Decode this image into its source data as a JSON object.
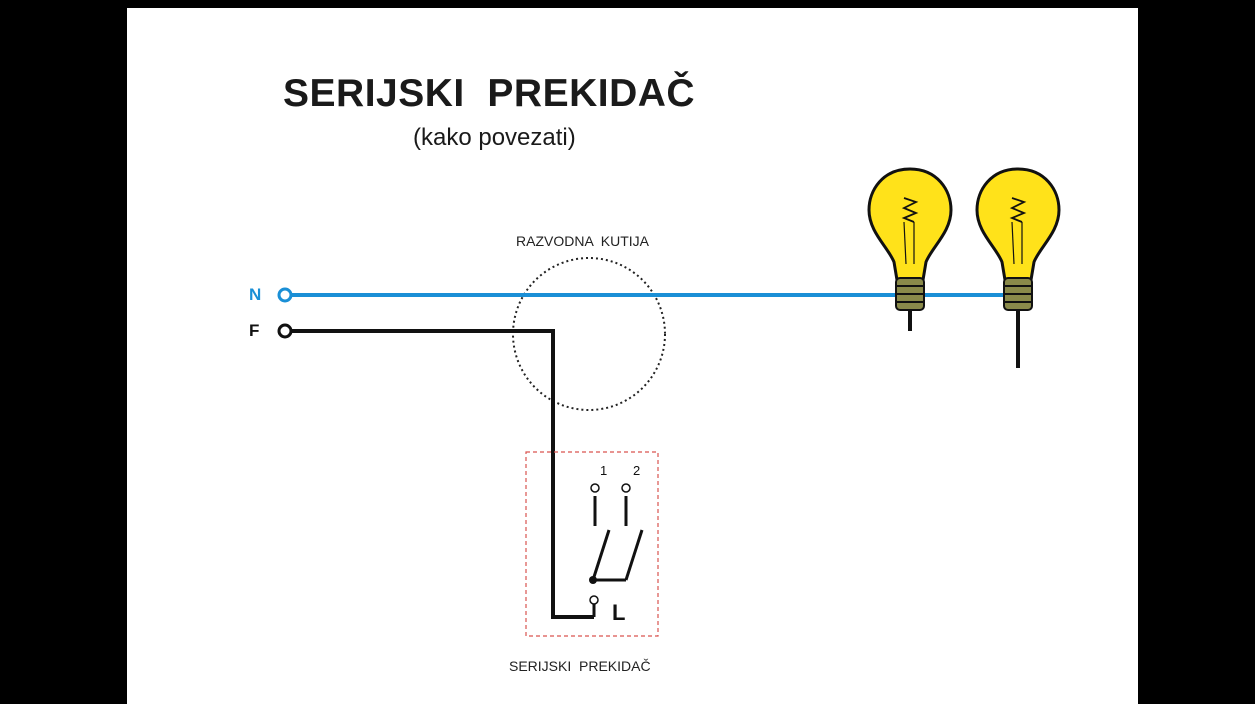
{
  "title": "SERIJSKI  PREKIDAČ",
  "subtitle": "(kako povezati)",
  "junction_box_label": "RAZVODNA  KUTIJA",
  "switch_label": "SERIJSKI  PREKIDAČ",
  "terminals": {
    "neutral": "N",
    "phase": "F"
  },
  "switch_terminals": {
    "one": "1",
    "two": "2",
    "common": "L"
  },
  "colors": {
    "neutral_wire": "#1a8fd6",
    "phase_wire": "#111111",
    "bulb_glass": "#ffe21a",
    "bulb_base": "#8a8a4a",
    "switch_box_border": "#d9534f"
  },
  "icons": [
    "light-bulb-icon",
    "light-bulb-icon"
  ]
}
